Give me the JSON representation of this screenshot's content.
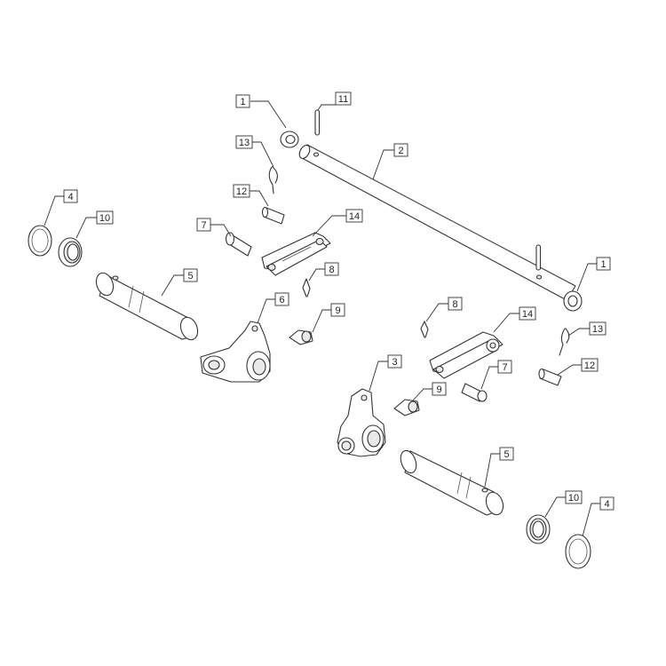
{
  "callouts": [
    {
      "number": "1"
    },
    {
      "number": "11"
    },
    {
      "number": "2"
    },
    {
      "number": "13"
    },
    {
      "number": "12"
    },
    {
      "number": "14"
    },
    {
      "number": "7"
    },
    {
      "number": "4"
    },
    {
      "number": "10"
    },
    {
      "number": "5"
    },
    {
      "number": "8"
    },
    {
      "number": "6"
    },
    {
      "number": "9"
    },
    {
      "number": "1"
    },
    {
      "number": "8"
    },
    {
      "number": "14"
    },
    {
      "number": "13"
    },
    {
      "number": "3"
    },
    {
      "number": "7"
    },
    {
      "number": "12"
    },
    {
      "number": "9"
    },
    {
      "number": "5"
    },
    {
      "number": "10"
    },
    {
      "number": "4"
    }
  ]
}
